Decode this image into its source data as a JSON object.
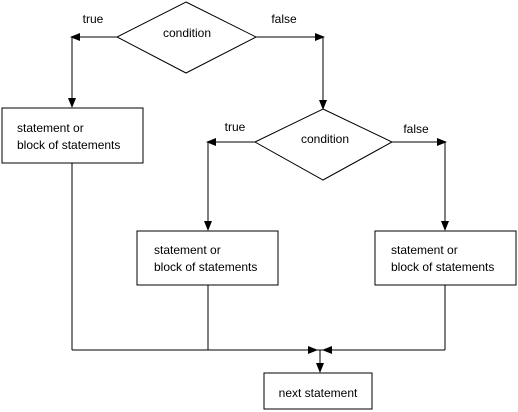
{
  "diagram": {
    "decision_top": {
      "label": "condition",
      "true_label": "true",
      "false_label": "false"
    },
    "decision_nested": {
      "label": "condition",
      "true_label": "true",
      "false_label": "false"
    },
    "statement_left": {
      "line1": "statement or",
      "line2": "block of statements"
    },
    "statement_middle": {
      "line1": "statement or",
      "line2": "block of statements"
    },
    "statement_right": {
      "line1": "statement or",
      "line2": "block of statements"
    },
    "next_statement": {
      "label": "next statement"
    },
    "colors": {
      "stroke": "#000000",
      "fill": "#ffffff"
    }
  }
}
